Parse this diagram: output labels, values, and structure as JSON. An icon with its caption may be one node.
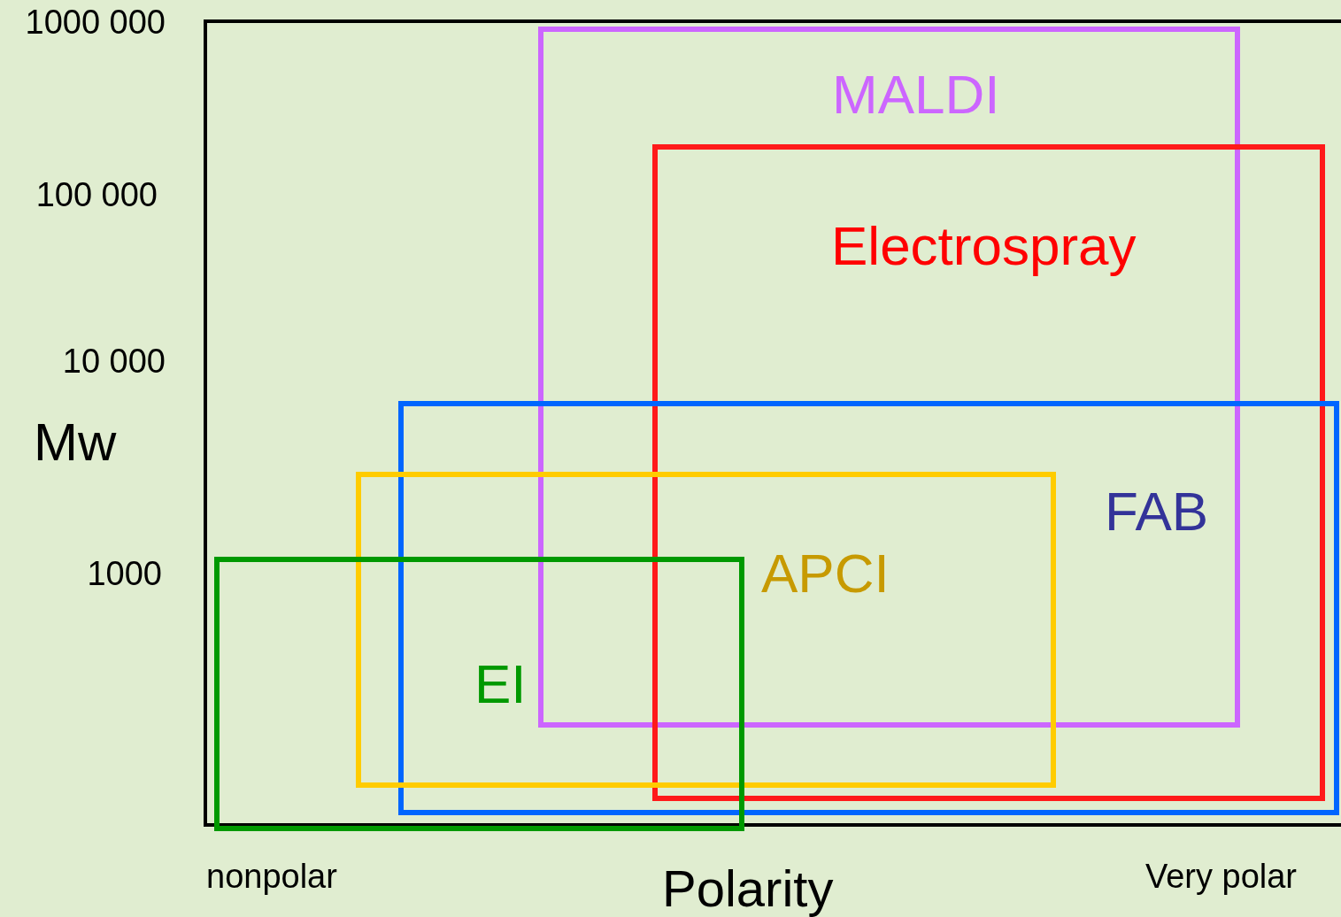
{
  "diagram": {
    "nodes": [
      {
        "text": [
          "MALDI"
        ]
      },
      {
        "text": [
          "Electrospray"
        ]
      },
      {
        "text": [
          "FAB"
        ]
      },
      {
        "text": [
          "APCI"
        ]
      },
      {
        "text": [
          "EI"
        ]
      }
    ],
    "labels": [
      "1000 000",
      "100 000",
      "10 000",
      "Mw",
      "1000",
      "nonpolar",
      "Polarity",
      "Very polar"
    ]
  }
}
